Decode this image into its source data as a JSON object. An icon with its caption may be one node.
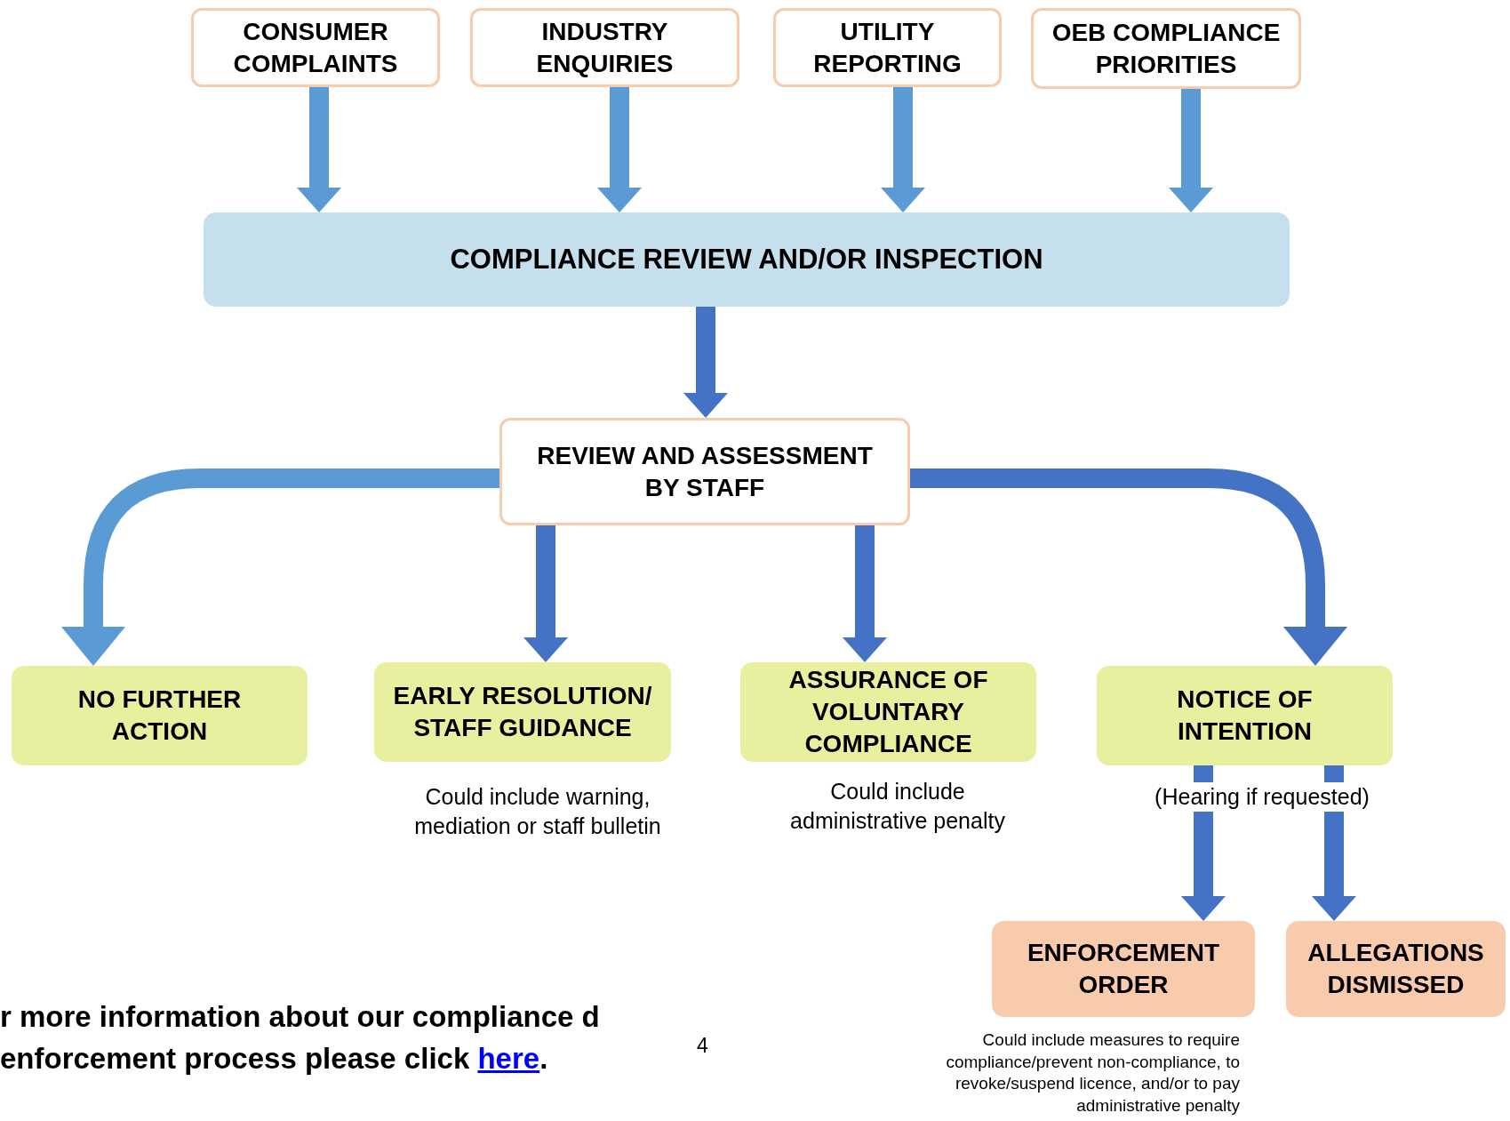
{
  "diagram": {
    "nodes": [
      {
        "text": [
          "CONSUMER COMPLAINTS"
        ]
      },
      {
        "text": [
          "INDUSTRY ENQUIRIES"
        ]
      },
      {
        "text": [
          "UTILITY REPORTING"
        ]
      },
      {
        "text": [
          "OEB COMPLIANCE PRIORITIES"
        ]
      },
      {
        "text": [
          "COMPLIANCE REVIEW AND/OR INSPECTION"
        ]
      },
      {
        "text": [
          "REVIEW AND ASSESSMENT BY STAFF"
        ]
      },
      {
        "text": [
          "NO FURTHER ACTION"
        ]
      },
      {
        "text": [
          "EARLY RESOLUTION/ STAFF GUIDANCE"
        ],
        "beside": [
          "Could include warning, mediation or staff bulletin"
        ]
      },
      {
        "text": [
          "ASSURANCE OF VOLUNTARY COMPLIANCE"
        ],
        "beside": [
          "Could include administrative penalty"
        ]
      },
      {
        "text": [
          "NOTICE OF INTENTION"
        ],
        "beside": [
          "(Hearing if requested)"
        ]
      },
      {
        "text": [
          "ENFORCEMENT ORDER"
        ],
        "beside": [
          "Could include measures to require compliance/prevent non-compliance, to revoke/suspend licence, and/or to pay administrative penalty"
        ]
      },
      {
        "text": [
          "ALLEGATIONS DISMISSED"
        ]
      }
    ],
    "edges": [
      {
        "from": 0,
        "to": 4,
        "arrow": "to",
        "color": "#5b9bd5"
      },
      {
        "from": 1,
        "to": 4,
        "arrow": "to",
        "color": "#5b9bd5"
      },
      {
        "from": 2,
        "to": 4,
        "arrow": "to",
        "color": "#5b9bd5"
      },
      {
        "from": 3,
        "to": 4,
        "arrow": "to",
        "color": "#5b9bd5"
      },
      {
        "from": 4,
        "to": 5,
        "arrow": "to"
      },
      {
        "from": 5,
        "to": 6,
        "arrow": "to",
        "color": "#5b9bd5"
      },
      {
        "from": 5,
        "to": 7,
        "arrow": "to"
      },
      {
        "from": 5,
        "to": 8,
        "arrow": "to"
      },
      {
        "from": 5,
        "to": 9,
        "arrow": "to"
      },
      {
        "from": 9,
        "to": 10,
        "arrow": "to"
      },
      {
        "from": 9,
        "to": 11,
        "arrow": "to"
      }
    ],
    "labels": [
      "r more information about our compliance d enforcement process please click",
      "here",
      ".",
      "4"
    ]
  }
}
